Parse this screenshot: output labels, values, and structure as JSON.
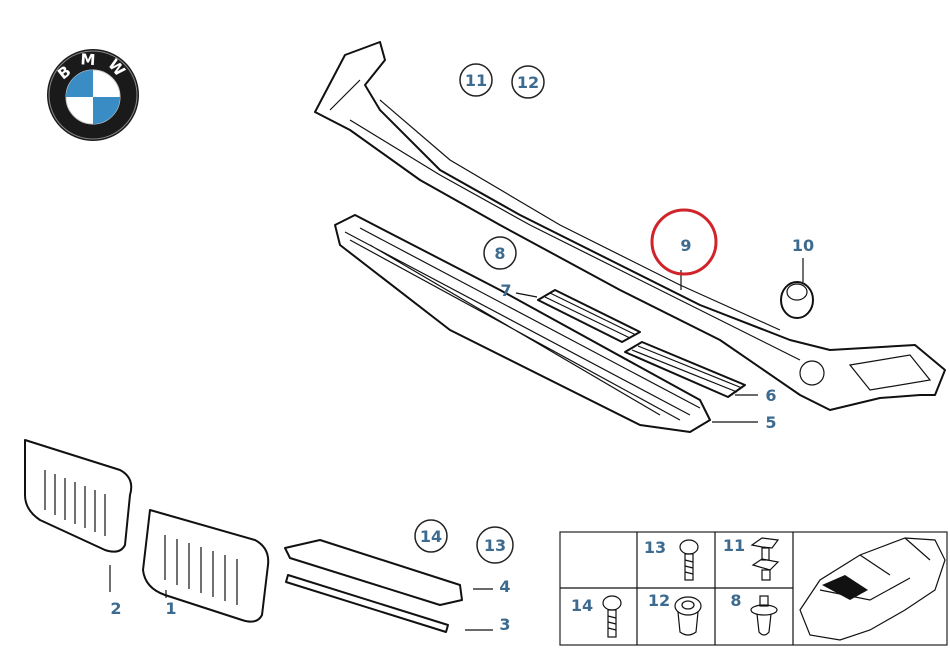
{
  "brand": {
    "name": "BMW",
    "logo_letters": [
      "B",
      "M",
      "W"
    ],
    "colors": {
      "blue": "#3a8cc4",
      "white": "#ffffff",
      "ring": "#111111"
    }
  },
  "label_color": "#3d6b8f",
  "highlight_color": "#d0242a",
  "callouts": {
    "p1": "1",
    "p2": "2",
    "p3": "3",
    "p4": "4",
    "p5": "5",
    "p6": "6",
    "p7": "7",
    "p8": "8",
    "p9": "9",
    "p10": "10",
    "p11": "11",
    "p12": "12",
    "p13": "13",
    "p14": "14"
  },
  "hardware_table": {
    "cells": [
      {
        "label": "13",
        "part": "screw-with-washer"
      },
      {
        "label": "11",
        "part": "spring-clip"
      },
      {
        "label": "14",
        "part": "screw"
      },
      {
        "label": "12",
        "part": "grommet"
      },
      {
        "label": "8",
        "part": "expanding-rivet"
      }
    ]
  },
  "highlighted_part": "9"
}
